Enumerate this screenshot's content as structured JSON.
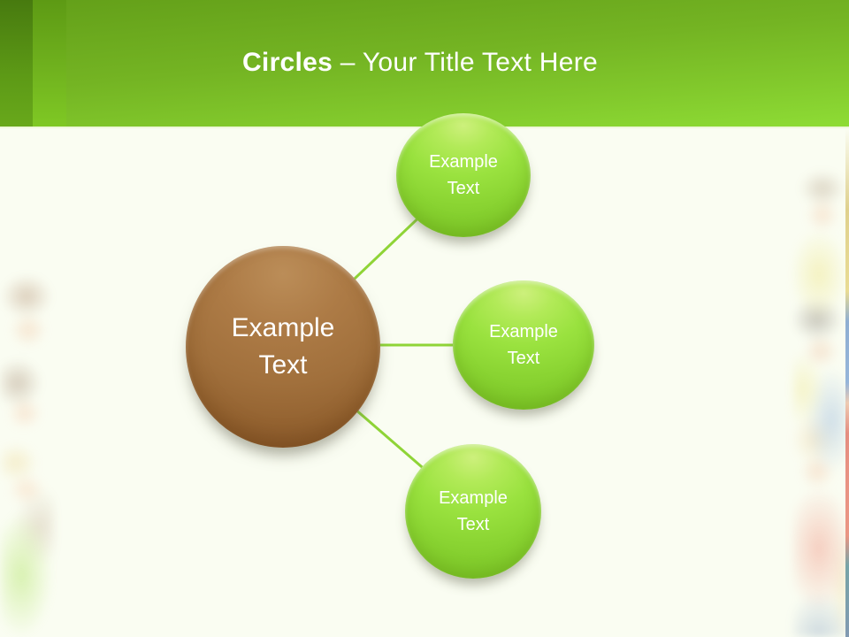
{
  "header": {
    "title_bold": "Circles",
    "title_rest": "– Your Title Text Here"
  },
  "diagram": {
    "center_circle": {
      "label": "Example Text"
    },
    "satellite_circles": [
      {
        "position": "top",
        "label": "Example Text"
      },
      {
        "position": "middle",
        "label": "Example Text"
      },
      {
        "position": "bottom",
        "label": "Example Text"
      }
    ]
  },
  "colors": {
    "header_green_top": "#639f19",
    "header_green_bottom": "#8edc35",
    "left_stripe_dark": "#477a0f",
    "left_stripe_light": "#5d9a14",
    "connector_green": "#8fd437",
    "satellite_circle_green": "#8ad432",
    "center_circle_brown": "#a1703c",
    "background_cream": "#fafdf2",
    "title_text": "#ffffff",
    "circle_text": "#ffffff"
  }
}
